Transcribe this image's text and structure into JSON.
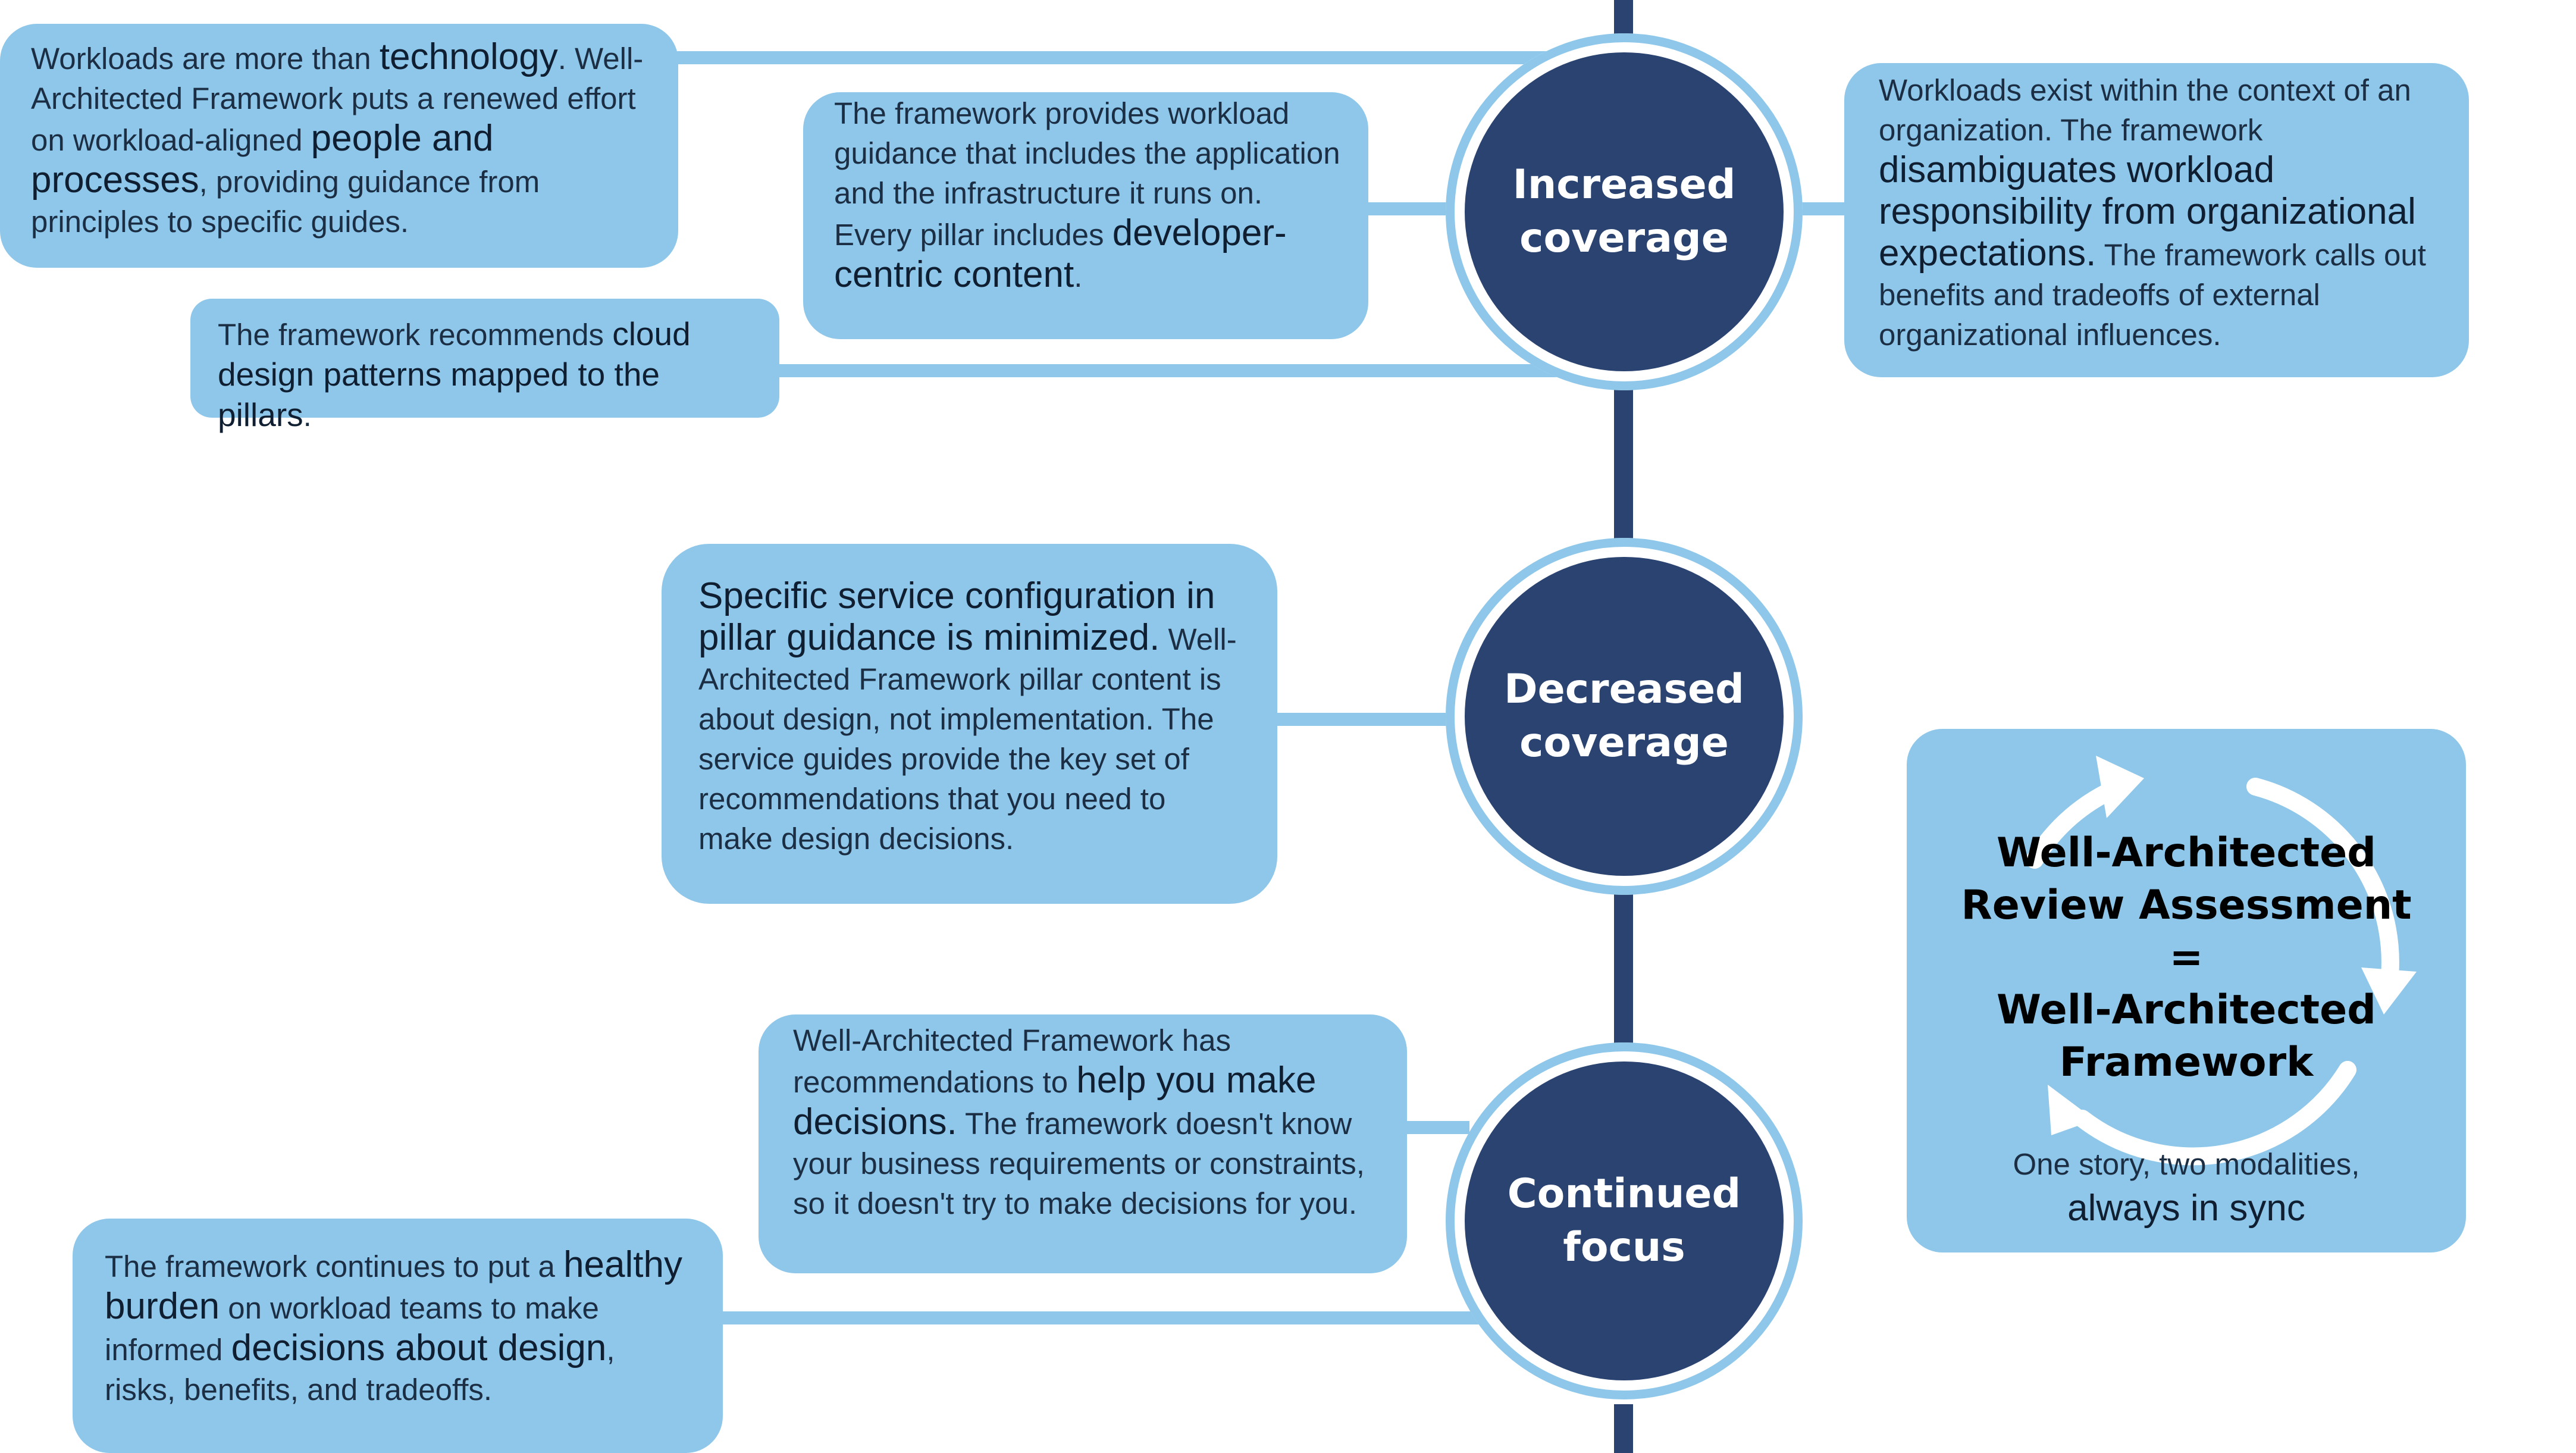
{
  "nodes": {
    "increased": {
      "line1": "Increased",
      "line2": "coverage"
    },
    "decreased": {
      "line1": "Decreased",
      "line2": "coverage"
    },
    "continued": {
      "line1": "Continued",
      "line2": "focus"
    }
  },
  "boxes": {
    "people": {
      "t1": "Workloads are more than ",
      "e1": "technology",
      "t2": ". Well-Architected Framework puts a renewed effort on workload-aligned ",
      "e2": "people and processes",
      "t3": ", providing guidance from principles to specific guides."
    },
    "application": {
      "t1": "The framework provides workload guidance that includes the application and the infrastructure it runs on. Every pillar includes ",
      "e1": "developer-centric content",
      "t2": "."
    },
    "patterns": {
      "t1": "The framework recommends ",
      "e1": "cloud design patterns mapped to the pillars",
      "t2": "."
    },
    "organization": {
      "t1": "Workloads exist within the context of an organization. The framework ",
      "e1": "disambiguates workload responsibility from organizational expectations.",
      "t2": " The framework calls out benefits and tradeoffs of external organizational influences."
    },
    "service": {
      "e1": "Specific service configuration in pillar guidance is minimized.",
      "t1": " Well-Architected Framework pillar content is about design, not implementation. The service guides provide the key set of recommendations that you need to make design decisions."
    },
    "decisions": {
      "t1": "Well-Architected Framework has recommendations to ",
      "e1": "help you make decisions.",
      "t2": " The framework doesn't know your business requirements or constraints, so it doesn't try to make decisions for you."
    },
    "burden": {
      "t1": "The framework continues to put a ",
      "e1": "healthy burden",
      "t2": " on workload teams to make informed ",
      "e2": "decisions about design",
      "t3": ", risks, benefits, and tradeoffs."
    }
  },
  "war": {
    "line1": "Well-Architected",
    "line2": "Review Assessment",
    "line3": "=",
    "line4": "Well-Architected",
    "line5": "Framework",
    "sub1": "One story, two modalities,",
    "sub2": "always in sync"
  },
  "colors": {
    "light_blue": "#8ec7e9",
    "navy": "#2b4370",
    "white": "#ffffff"
  },
  "icons": [
    "cycle-arrows-icon"
  ]
}
